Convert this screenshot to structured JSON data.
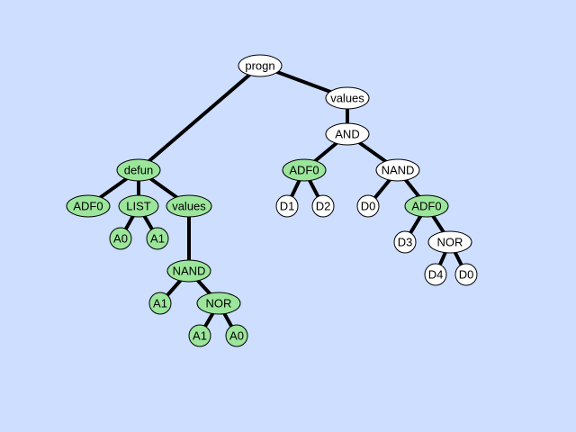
{
  "colors": {
    "background": "#cddeff",
    "green_node": "#9be69b",
    "white_node": "#ffffff",
    "edge": "#000000"
  },
  "tree": {
    "nodes": [
      {
        "id": "progn",
        "label": "progn",
        "fill": "white"
      },
      {
        "id": "defun",
        "label": "defun",
        "fill": "green"
      },
      {
        "id": "adf0_def",
        "label": "ADF0",
        "fill": "green"
      },
      {
        "id": "list",
        "label": "LIST",
        "fill": "green"
      },
      {
        "id": "a0_list",
        "label": "A0",
        "fill": "green"
      },
      {
        "id": "a1_list",
        "label": "A1",
        "fill": "green"
      },
      {
        "id": "values_def",
        "label": "values",
        "fill": "green"
      },
      {
        "id": "nand_def",
        "label": "NAND",
        "fill": "green"
      },
      {
        "id": "a1_nand",
        "label": "A1",
        "fill": "green"
      },
      {
        "id": "nor_def",
        "label": "NOR",
        "fill": "green"
      },
      {
        "id": "a1_nor",
        "label": "A1",
        "fill": "green"
      },
      {
        "id": "a0_nor",
        "label": "A0",
        "fill": "green"
      },
      {
        "id": "values_main",
        "label": "values",
        "fill": "white"
      },
      {
        "id": "and",
        "label": "AND",
        "fill": "white"
      },
      {
        "id": "adf0_call1",
        "label": "ADF0",
        "fill": "green"
      },
      {
        "id": "d1",
        "label": "D1",
        "fill": "white"
      },
      {
        "id": "d2",
        "label": "D2",
        "fill": "white"
      },
      {
        "id": "nand_main",
        "label": "NAND",
        "fill": "white"
      },
      {
        "id": "d0_nand",
        "label": "D0",
        "fill": "white"
      },
      {
        "id": "adf0_call2",
        "label": "ADF0",
        "fill": "green"
      },
      {
        "id": "d3",
        "label": "D3",
        "fill": "white"
      },
      {
        "id": "nor_main",
        "label": "NOR",
        "fill": "white"
      },
      {
        "id": "d4",
        "label": "D4",
        "fill": "white"
      },
      {
        "id": "d0_nor",
        "label": "D0",
        "fill": "white"
      }
    ],
    "edges": [
      [
        "progn",
        "defun"
      ],
      [
        "progn",
        "values_main"
      ],
      [
        "defun",
        "adf0_def"
      ],
      [
        "defun",
        "list"
      ],
      [
        "defun",
        "values_def"
      ],
      [
        "list",
        "a0_list"
      ],
      [
        "list",
        "a1_list"
      ],
      [
        "values_def",
        "nand_def"
      ],
      [
        "nand_def",
        "a1_nand"
      ],
      [
        "nand_def",
        "nor_def"
      ],
      [
        "nor_def",
        "a1_nor"
      ],
      [
        "nor_def",
        "a0_nor"
      ],
      [
        "values_main",
        "and"
      ],
      [
        "and",
        "adf0_call1"
      ],
      [
        "and",
        "nand_main"
      ],
      [
        "adf0_call1",
        "d1"
      ],
      [
        "adf0_call1",
        "d2"
      ],
      [
        "nand_main",
        "d0_nand"
      ],
      [
        "nand_main",
        "adf0_call2"
      ],
      [
        "adf0_call2",
        "d3"
      ],
      [
        "adf0_call2",
        "nor_main"
      ],
      [
        "nor_main",
        "d4"
      ],
      [
        "nor_main",
        "d0_nor"
      ]
    ]
  }
}
